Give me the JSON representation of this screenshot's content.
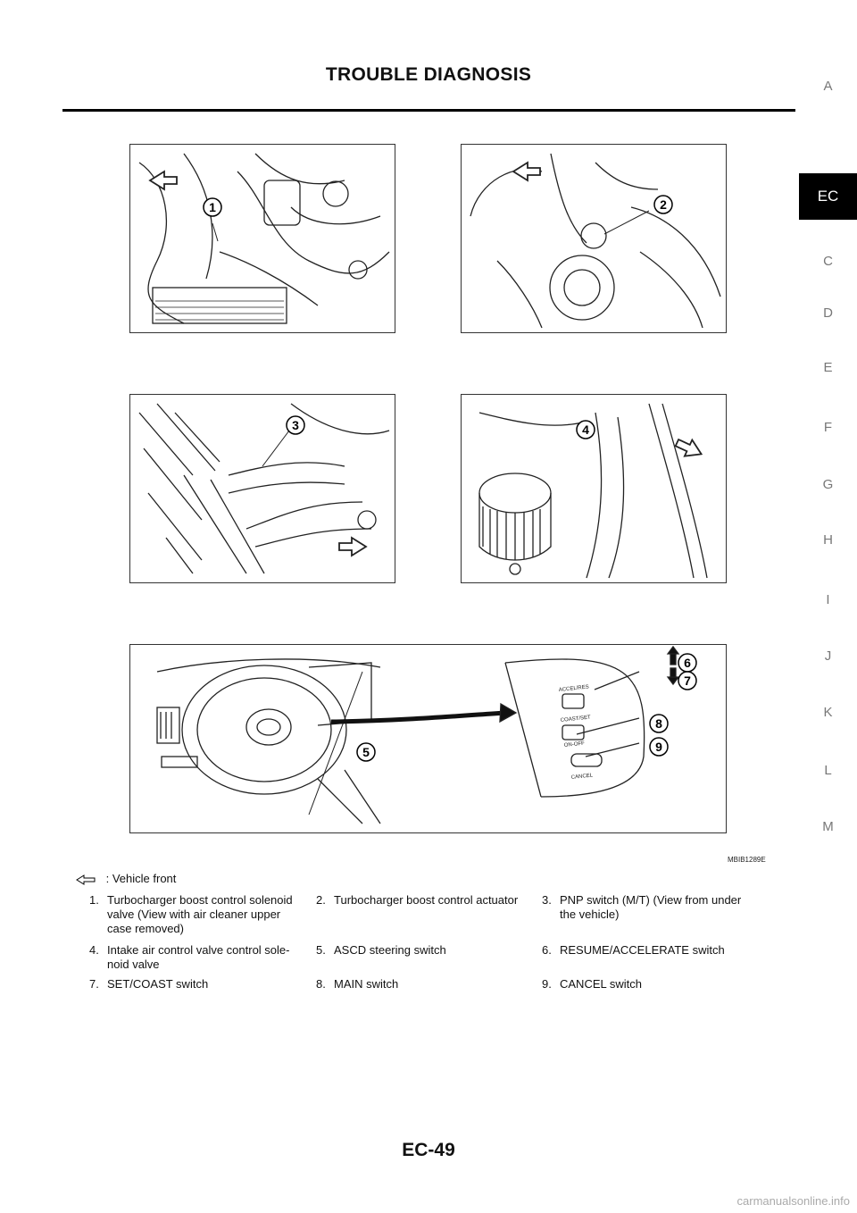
{
  "header": {
    "title": "TROUBLE DIAGNOSIS"
  },
  "side_tabs": [
    {
      "label": "A",
      "active": false
    },
    {
      "label": "EC",
      "active": true
    },
    {
      "label": "C",
      "active": false
    },
    {
      "label": "D",
      "active": false
    },
    {
      "label": "E",
      "active": false
    },
    {
      "label": "F",
      "active": false
    },
    {
      "label": "G",
      "active": false
    },
    {
      "label": "H",
      "active": false
    },
    {
      "label": "I",
      "active": false
    },
    {
      "label": "J",
      "active": false
    },
    {
      "label": "K",
      "active": false
    },
    {
      "label": "L",
      "active": false
    },
    {
      "label": "M",
      "active": false
    }
  ],
  "figure": {
    "code": "MBIB1289E",
    "callouts": [
      "1",
      "2",
      "3",
      "4",
      "5",
      "6",
      "7",
      "8",
      "9"
    ],
    "switch_labels": {
      "accel": "ACCEL/RES",
      "coast": "COAST/SET",
      "onoff": "ON-OFF",
      "cancel": "CANCEL"
    }
  },
  "legend": {
    "symbol": "arrow-left-icon",
    "text": ": Vehicle front"
  },
  "parts": [
    {
      "num": "1.",
      "text": "Turbocharger boost control solenoid valve (View with air cleaner upper case removed)"
    },
    {
      "num": "2.",
      "text": "Turbocharger boost control actuator"
    },
    {
      "num": "3.",
      "text": "PNP switch (M/T) (View from under the vehicle)"
    },
    {
      "num": "4.",
      "text": "Intake air control valve control sole-noid valve"
    },
    {
      "num": "5.",
      "text": "ASCD steering switch"
    },
    {
      "num": "6.",
      "text": "RESUME/ACCELERATE switch"
    },
    {
      "num": "7.",
      "text": "SET/COAST switch"
    },
    {
      "num": "8.",
      "text": "MAIN switch"
    },
    {
      "num": "9.",
      "text": "CANCEL switch"
    }
  ],
  "footer": {
    "page_number": "EC-49",
    "watermark": "carmanualsonline.info"
  }
}
